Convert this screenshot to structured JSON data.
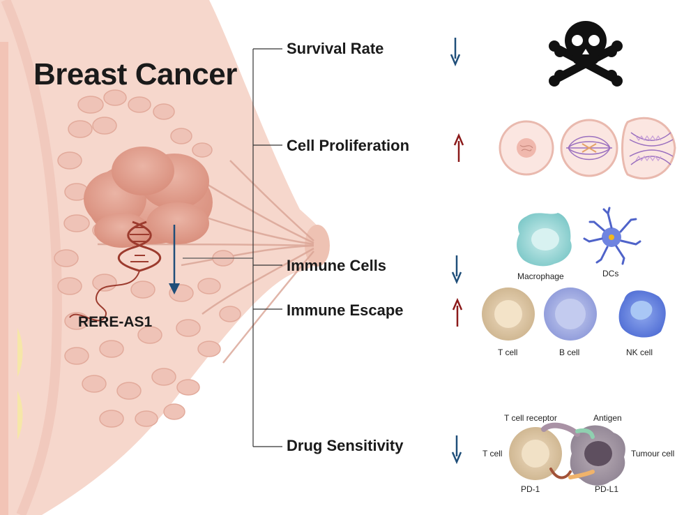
{
  "title": "Breast Cancer",
  "gene_label": "RERE-AS1",
  "branches": [
    {
      "label": "Survival Rate",
      "direction": "down"
    },
    {
      "label": "Cell Proliferation",
      "direction": "up"
    },
    {
      "label": "Immune Cells",
      "direction": "down"
    },
    {
      "label": "Immune Escape",
      "direction": "up"
    },
    {
      "label": "Drug Sensitivity",
      "direction": "down"
    }
  ],
  "immune_cells": {
    "macrophage": "Macrophage",
    "dcs": "DCs",
    "t_cell": "T cell",
    "b_cell": "B cell",
    "nk_cell": "NK cell"
  },
  "checkpoint": {
    "t_cell_receptor": "T cell receptor",
    "antigen": "Antigen",
    "t_cell": "T cell",
    "tumour_cell": "Tumour cell",
    "pd1": "PD-1",
    "pdl1": "PD-L1"
  },
  "colors": {
    "down_arrow": "#1f4e79",
    "up_arrow": "#8b1a1a",
    "breast_skin": "#f6d7cc",
    "tumor": "#e3a898",
    "lobule": "#efc3b7"
  },
  "icons": {
    "survival": "skull-crossbones-icon",
    "proliferation": "mitosis-cells-icon"
  }
}
